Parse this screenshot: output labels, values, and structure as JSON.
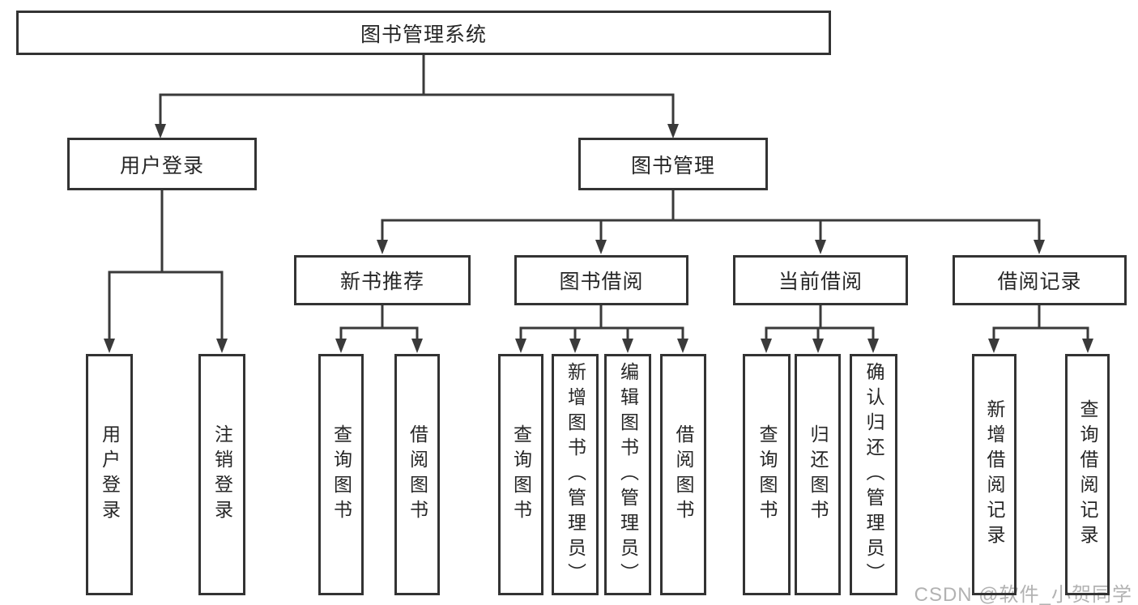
{
  "diagram": {
    "title": "图书管理系统",
    "level2": [
      {
        "label": "用户登录",
        "children": [
          "用户登录",
          "注销登录"
        ]
      },
      {
        "label": "图书管理",
        "children": [
          {
            "label": "新书推荐",
            "children": [
              "查询图书",
              "借阅图书"
            ]
          },
          {
            "label": "图书借阅",
            "children": [
              "查询图书",
              "新增图书（管理员）",
              "编辑图书（管理员）",
              "借阅图书"
            ]
          },
          {
            "label": "当前借阅",
            "children": [
              "查询图书",
              "归还图书",
              "确认归还（管理员）"
            ]
          },
          {
            "label": "借阅记录",
            "children": [
              "新增借阅记录",
              "查询借阅记录"
            ]
          }
        ]
      }
    ],
    "watermark": "CSDN @软件_小贺同学"
  },
  "colors": {
    "background": "#ffffff",
    "box_border": "#333333",
    "connector_line": "#3a3a3a",
    "text": "#262626",
    "watermark_text": "#b2b2b2"
  }
}
